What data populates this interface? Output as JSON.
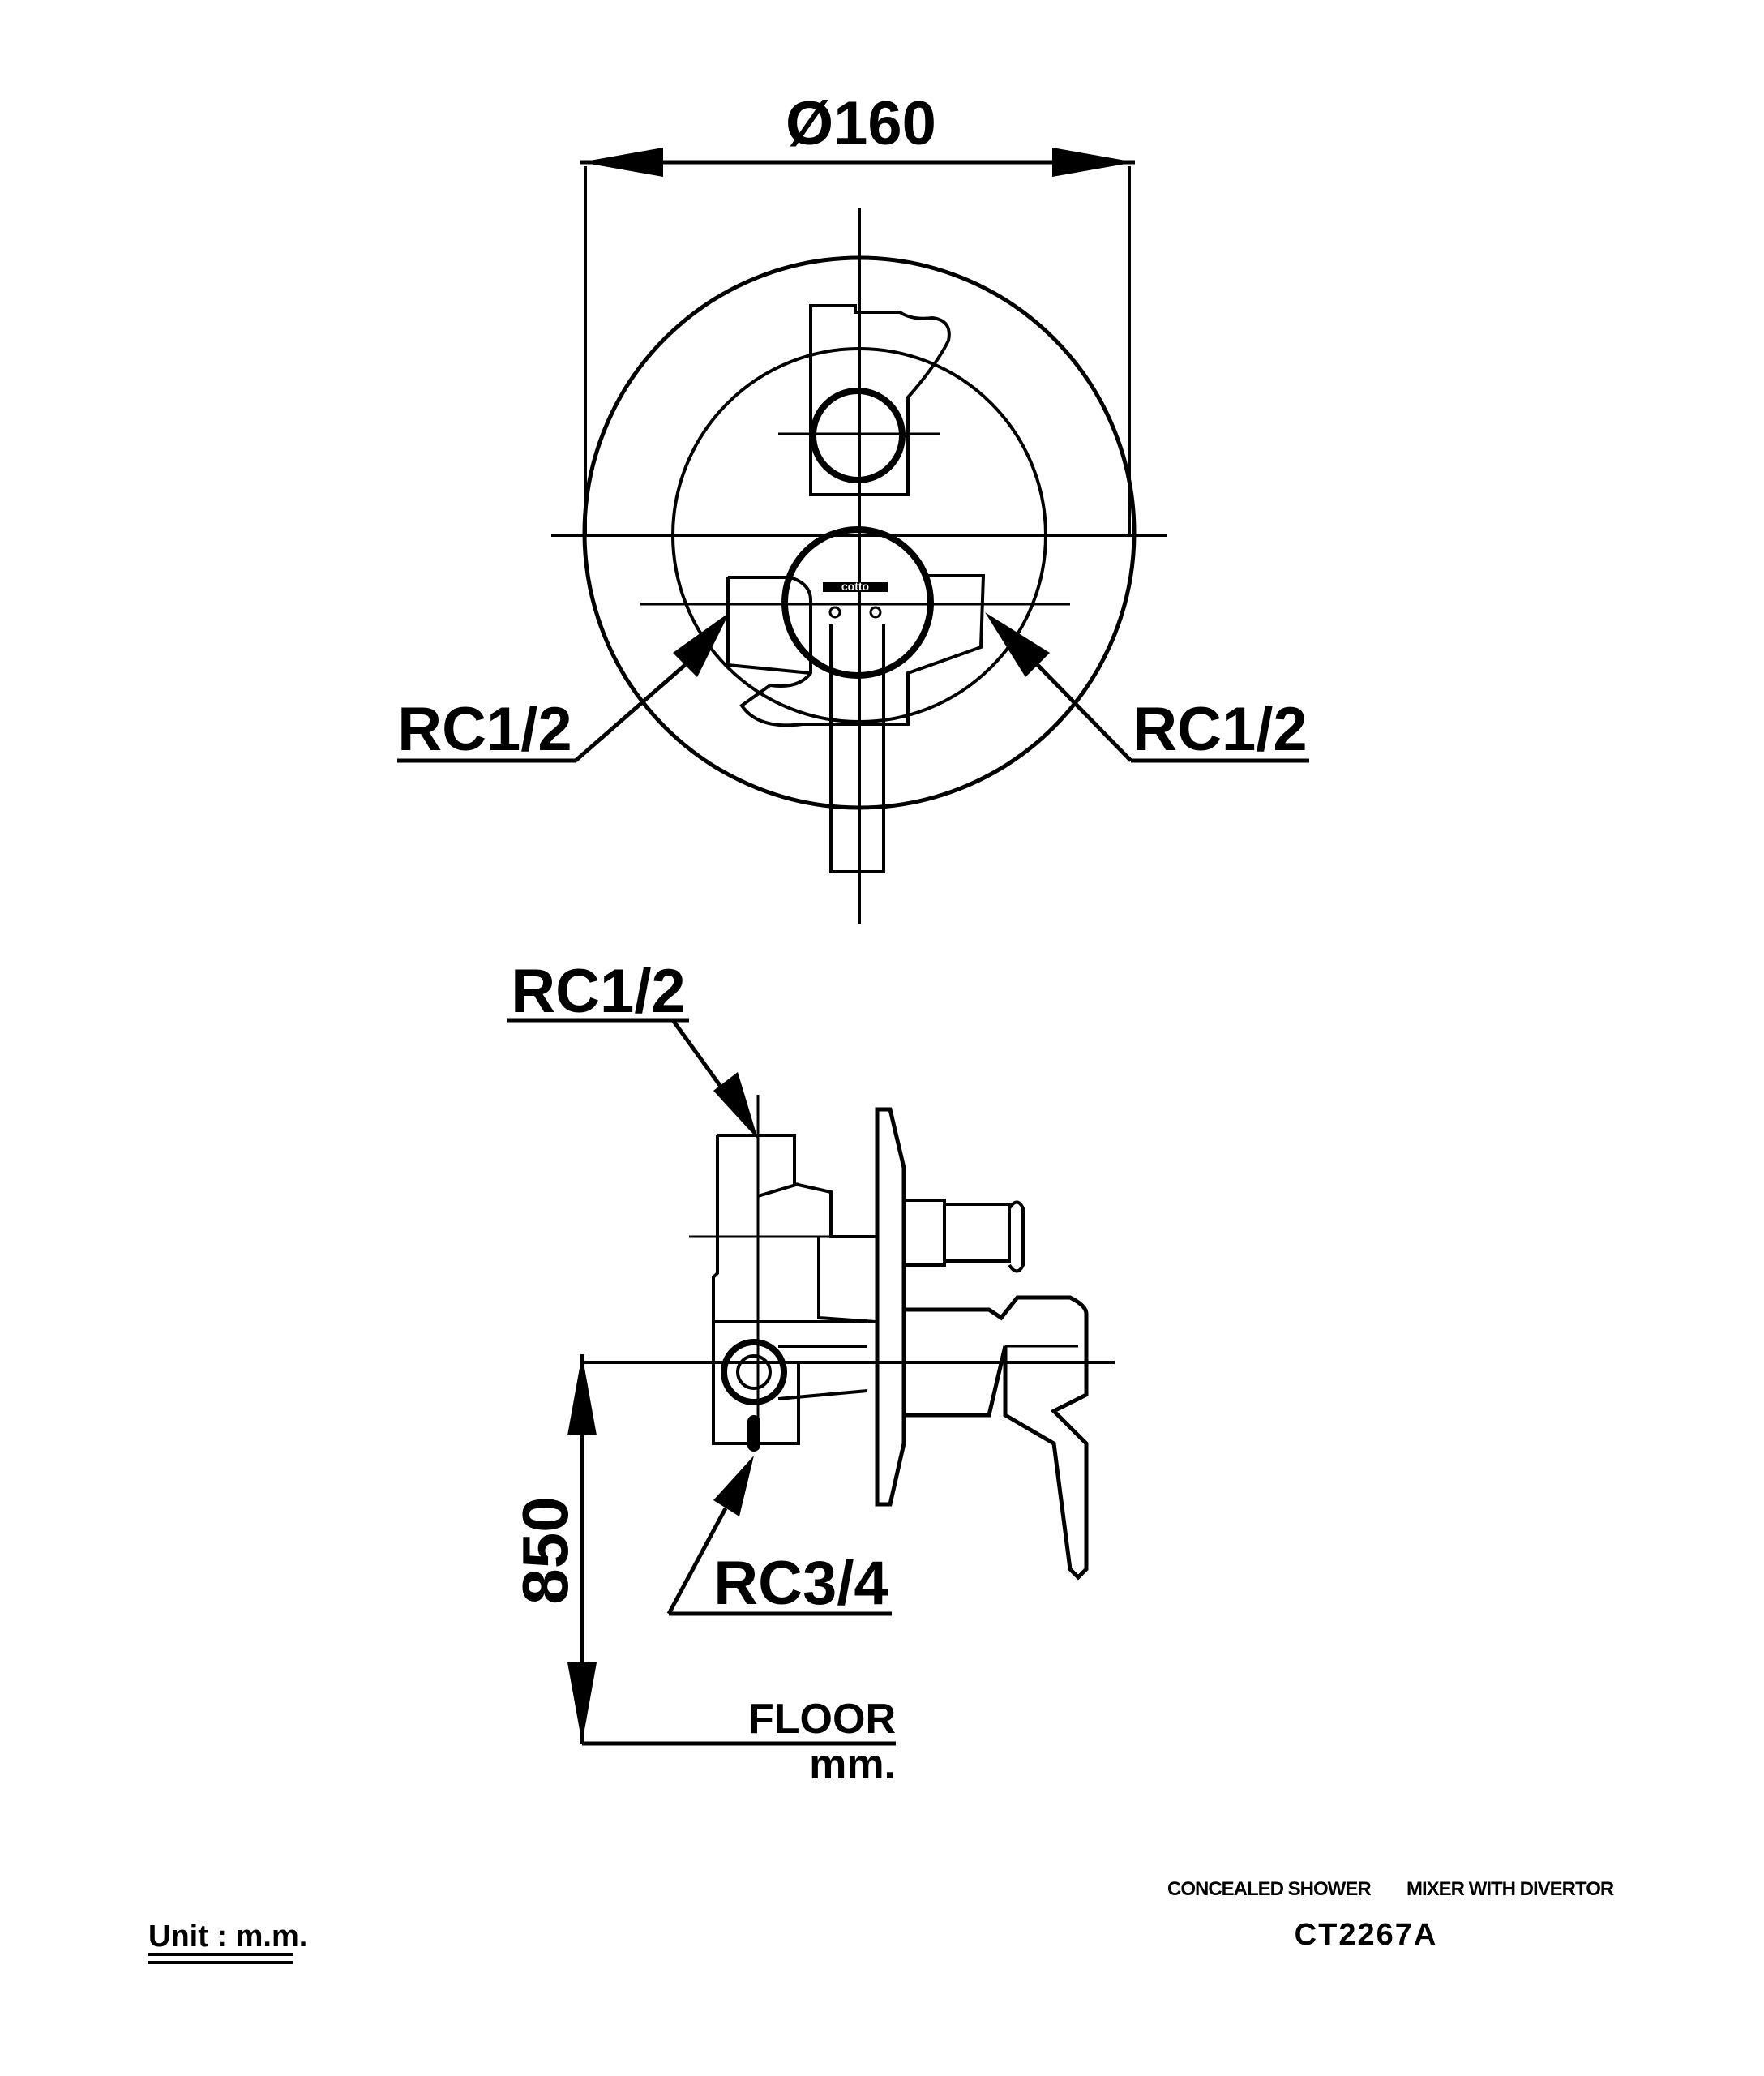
{
  "front_view": {
    "diameter_label": "Ø160",
    "left_inlet_label": "RC1/2",
    "right_inlet_label": "RC1/2",
    "logo_text": "cotto"
  },
  "side_view": {
    "top_inlet_label": "RC1/2",
    "bottom_outlet_label": "RC3/4",
    "height_label": "850",
    "floor_label": "FLOOR",
    "unit_suffix": "mm."
  },
  "title_block": {
    "unit_label": "Unit : m.m.",
    "description_left": "CONCEALED SHOWER",
    "description_right": "MIXER WITH DIVERTOR",
    "model": "CT2267A"
  }
}
